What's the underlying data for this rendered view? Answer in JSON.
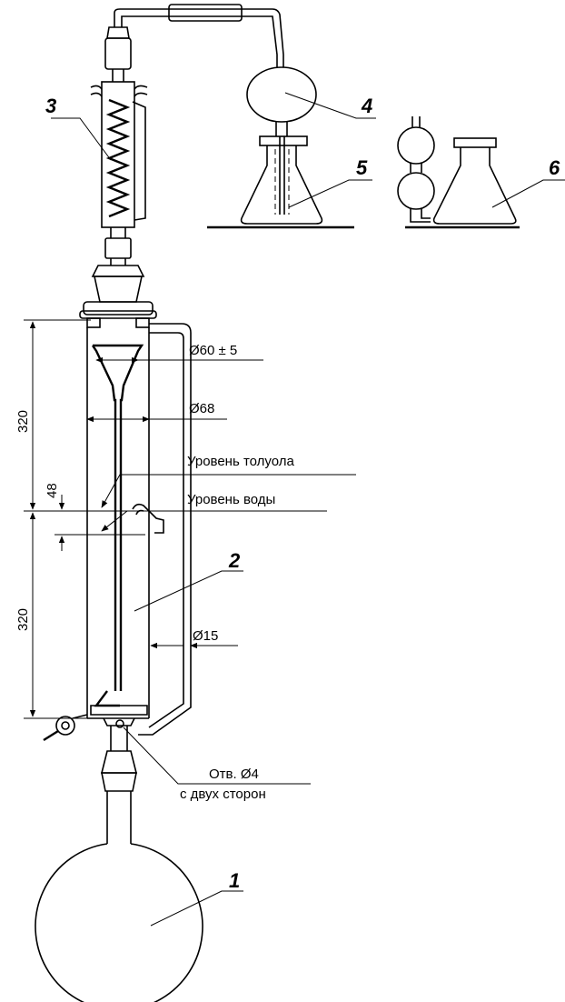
{
  "items": {
    "n1": "1",
    "n2": "2",
    "n3": "3",
    "n4": "4",
    "n5": "5",
    "n6": "6"
  },
  "dimensions": {
    "d60": "Ø60 ± 5",
    "d68": "Ø68",
    "d15": "Ø15",
    "h_upper": "320",
    "h_lower": "320",
    "h_gap": "48"
  },
  "labels": {
    "toluene_level": "Уровень толуола",
    "water_level": "Уровень воды",
    "hole_line1": "Отв. Ø4",
    "hole_line2": "с двух сторон"
  }
}
